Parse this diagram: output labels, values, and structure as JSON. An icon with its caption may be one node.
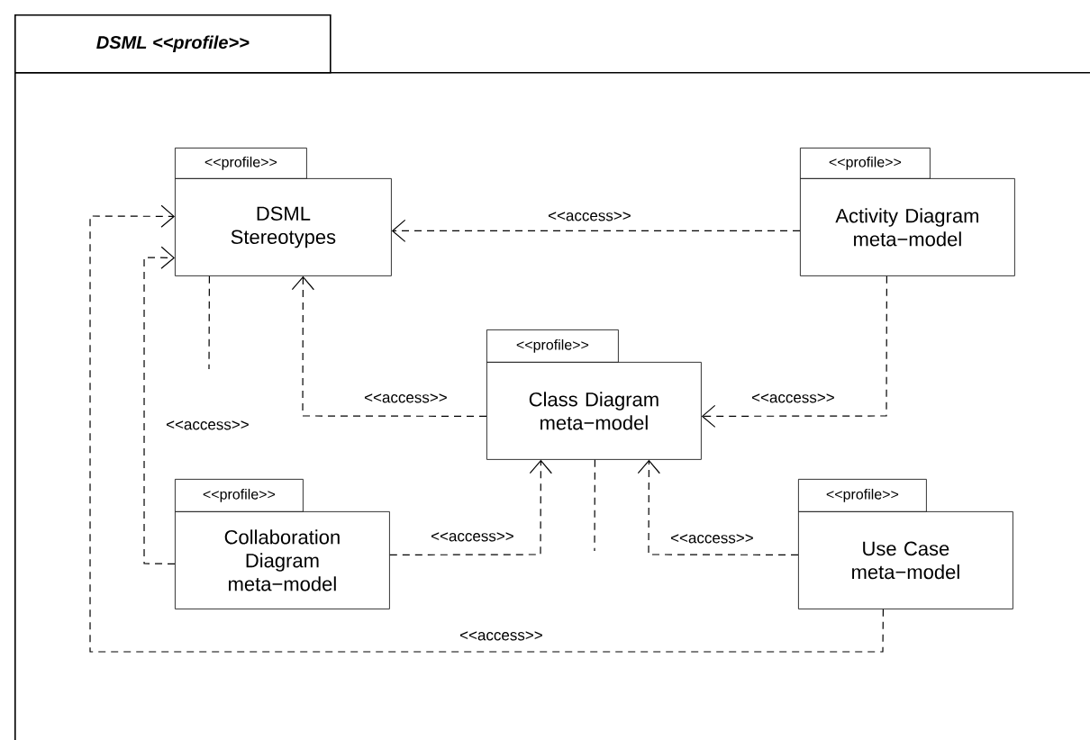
{
  "diagram": {
    "nodes": [
      {
        "text": [
          "DSML <<profile>>"
        ]
      },
      {
        "text": [
          "<<profile>>",
          "DSML Stereotypes"
        ],
        "in": 0
      },
      {
        "text": [
          "<<profile>>",
          "Activity Diagram meta−model"
        ],
        "in": 0
      },
      {
        "text": [
          "<<profile>>",
          "Class Diagram meta−model"
        ],
        "in": 0
      },
      {
        "text": [
          "<<profile>>",
          "Collaboration Diagram meta−model"
        ],
        "in": 0
      },
      {
        "text": [
          "<<profile>>",
          "Use Case meta−model"
        ],
        "in": 0
      }
    ],
    "edges": [
      {
        "from": 2,
        "to": 1,
        "arrow": "to",
        "style": "dashed",
        "label": "<<access>>"
      },
      {
        "from": 3,
        "to": 1,
        "arrow": "to",
        "style": "dashed",
        "label": "<<access>>"
      },
      {
        "from": 2,
        "to": 3,
        "arrow": "to",
        "style": "dashed",
        "label": "<<access>>"
      },
      {
        "from": 4,
        "to": 3,
        "arrow": "to",
        "style": "dashed",
        "label": "<<access>>"
      },
      {
        "from": 5,
        "to": 3,
        "arrow": "to",
        "style": "dashed",
        "label": "<<access>>"
      },
      {
        "from": 4,
        "to": 1,
        "arrow": "to",
        "style": "dashed",
        "label": "<<access>>"
      },
      {
        "from": 5,
        "to": 1,
        "arrow": "to",
        "style": "dashed",
        "label": "<<access>>"
      },
      {
        "from": 1,
        "to": null,
        "arrow": "none",
        "style": "dashed"
      },
      {
        "from": 3,
        "to": null,
        "arrow": "none",
        "style": "dashed"
      }
    ]
  }
}
